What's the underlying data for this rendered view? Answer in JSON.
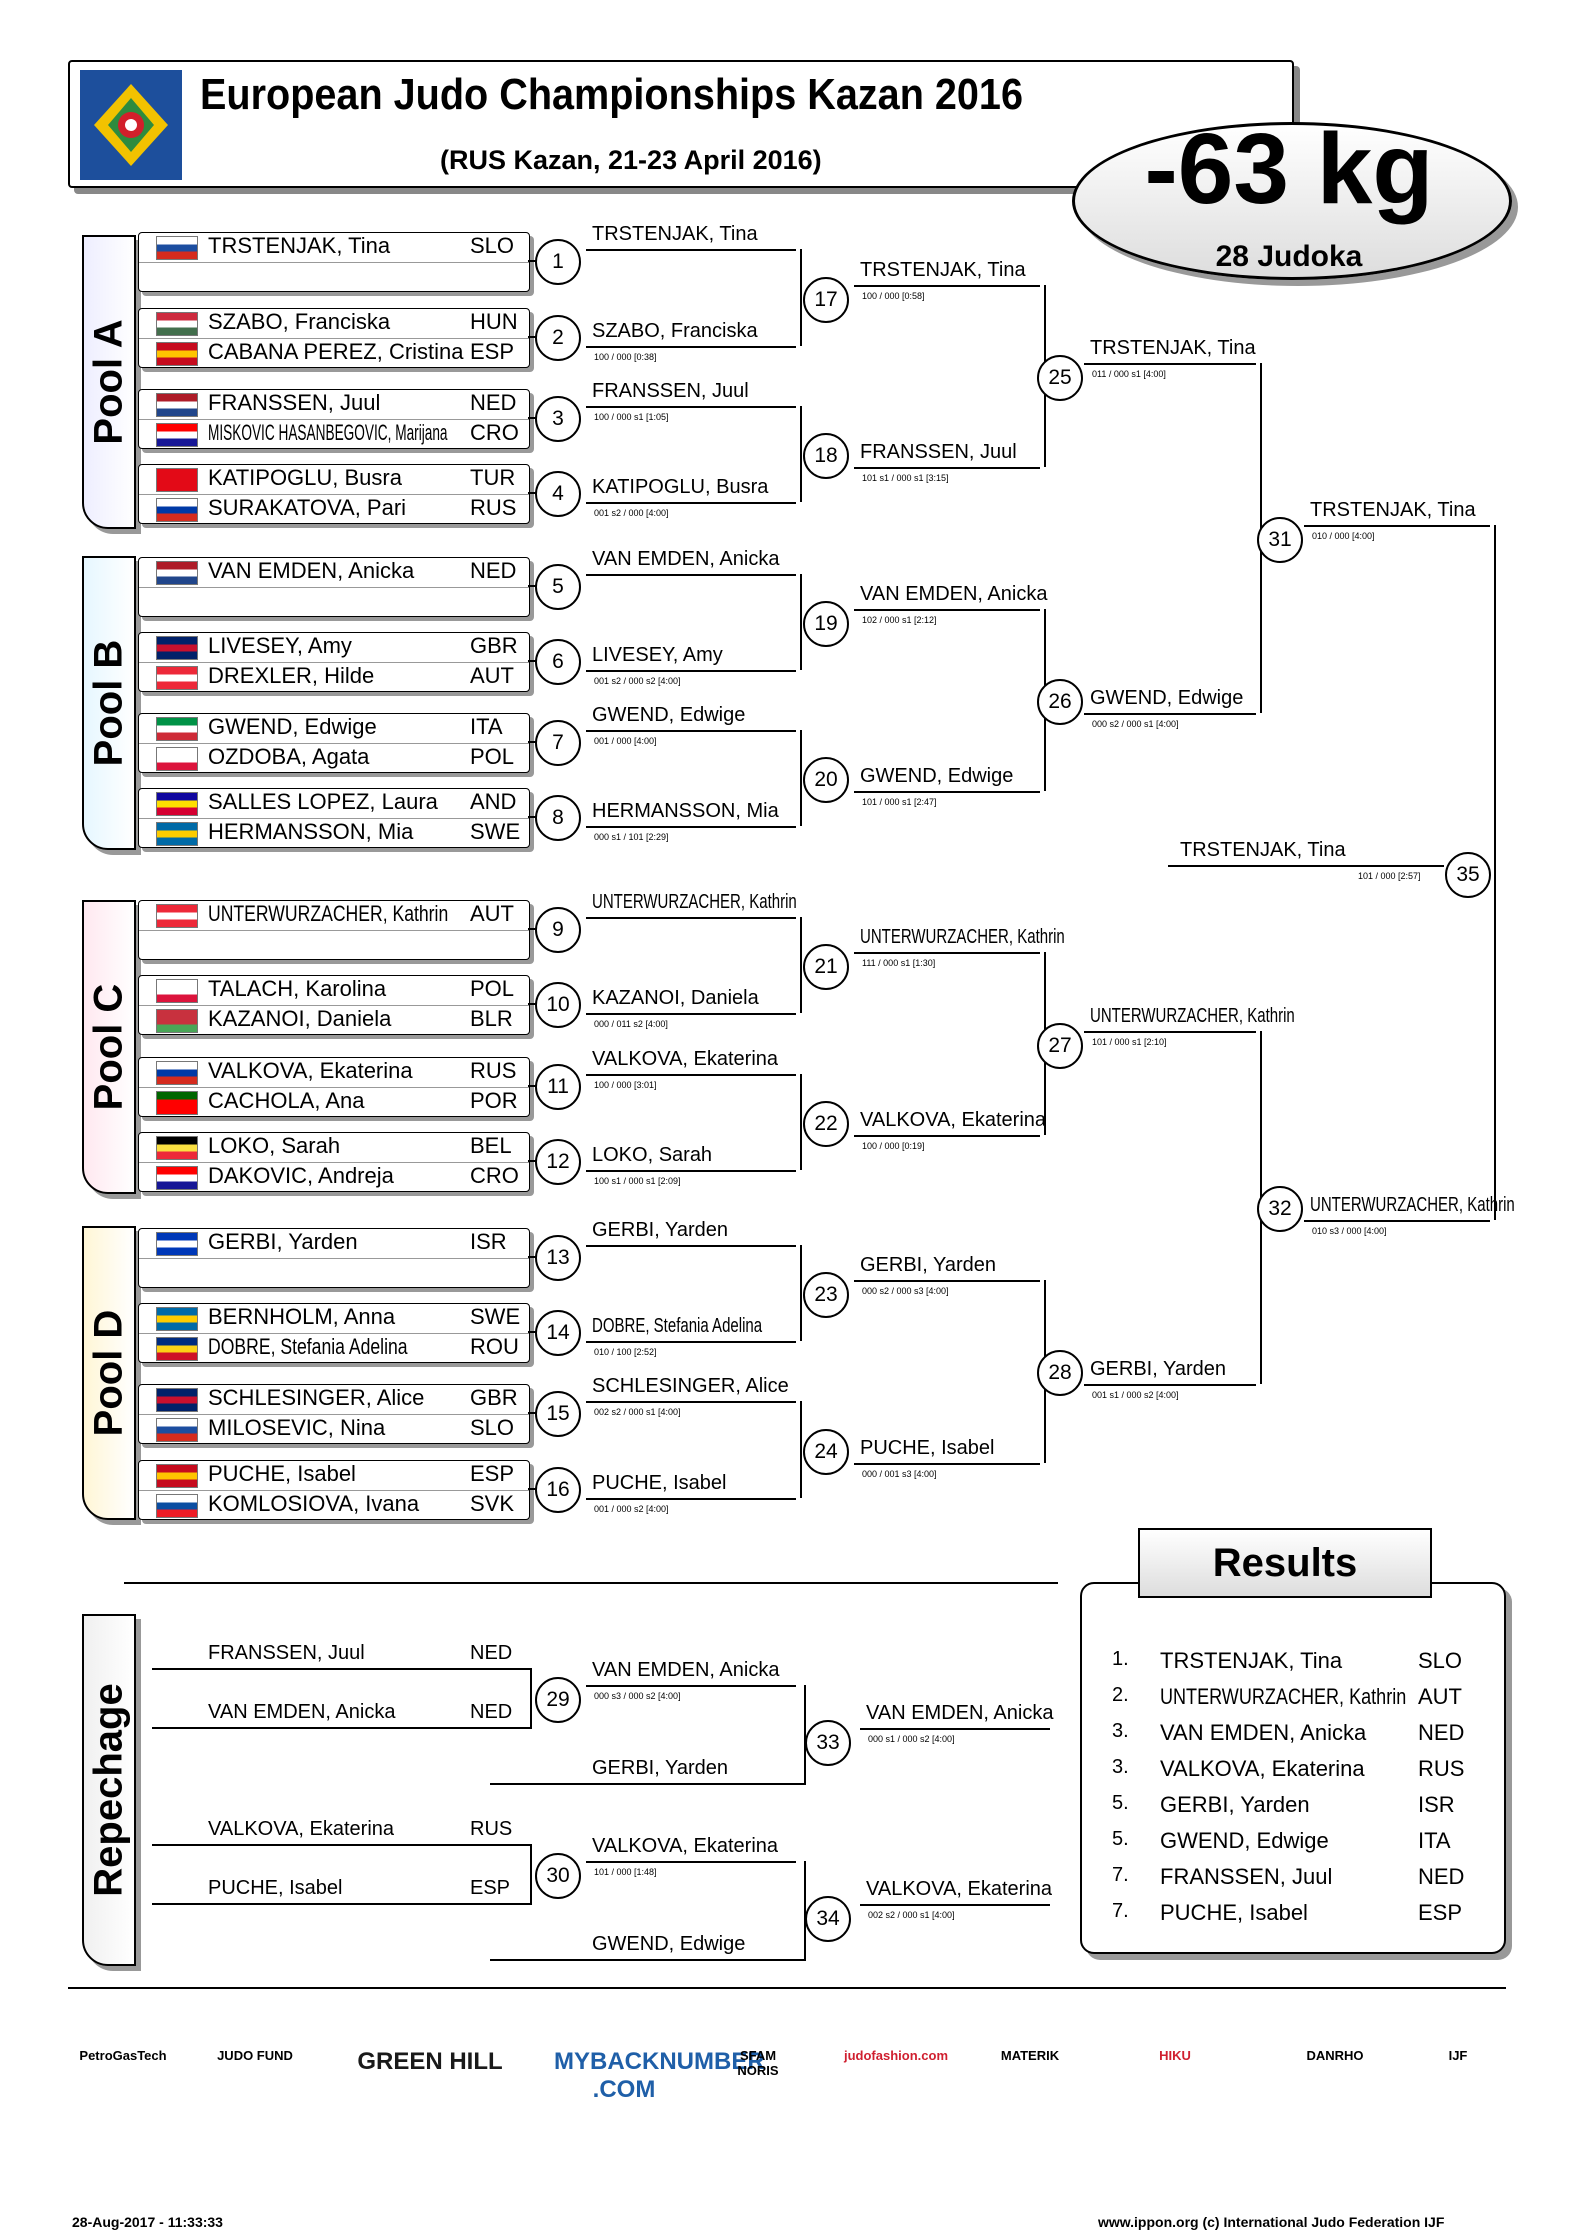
{
  "header": {
    "title": "European Judo Championships Kazan 2016",
    "subtitle": "(RUS Kazan, 21-23 April 2016)",
    "weight": "-63 kg",
    "count": "28 Judoka"
  },
  "pools": [
    "Pool A",
    "Pool B",
    "Pool C",
    "Pool D"
  ],
  "repechage_label": "Repechage",
  "entries": [
    {
      "name": "TRSTENJAK, Tina",
      "country": "SLO",
      "c1": "#ffffff",
      "c2": "#1c4ea0",
      "c3": "#d52b1e"
    },
    {
      "name": "SZABO, Franciska",
      "country": "HUN",
      "c1": "#cd2a3e",
      "c2": "#ffffff",
      "c3": "#436f4d"
    },
    {
      "name": "CABANA PEREZ, Cristina",
      "country": "ESP",
      "c1": "#c60b1e",
      "c2": "#ffc400",
      "c3": "#c60b1e"
    },
    {
      "name": "FRANSSEN, Juul",
      "country": "NED",
      "c1": "#ae1c28",
      "c2": "#ffffff",
      "c3": "#21468b"
    },
    {
      "name": "MISKOVIC HASANBEGOVIC, Marijana",
      "country": "CRO",
      "c1": "#ff0000",
      "c2": "#ffffff",
      "c3": "#171796"
    },
    {
      "name": "KATIPOGLU, Busra",
      "country": "TUR",
      "c1": "#e30a17",
      "c2": "#e30a17",
      "c3": "#e30a17"
    },
    {
      "name": "SURAKATOVA, Pari",
      "country": "RUS",
      "c1": "#ffffff",
      "c2": "#0039a6",
      "c3": "#d52b1e"
    },
    {
      "name": "VAN EMDEN, Anicka",
      "country": "NED",
      "c1": "#ae1c28",
      "c2": "#ffffff",
      "c3": "#21468b"
    },
    {
      "name": "LIVESEY, Amy",
      "country": "GBR",
      "c1": "#012169",
      "c2": "#c8102e",
      "c3": "#012169"
    },
    {
      "name": "DREXLER, Hilde",
      "country": "AUT",
      "c1": "#ed2939",
      "c2": "#ffffff",
      "c3": "#ed2939"
    },
    {
      "name": "GWEND, Edwige",
      "country": "ITA",
      "c1": "#009246",
      "c2": "#ffffff",
      "c3": "#ce2b37"
    },
    {
      "name": "OZDOBA, Agata",
      "country": "POL",
      "c1": "#ffffff",
      "c2": "#ffffff",
      "c3": "#dc143c"
    },
    {
      "name": "SALLES LOPEZ, Laura",
      "country": "AND",
      "c1": "#10069f",
      "c2": "#fedf00",
      "c3": "#d50032"
    },
    {
      "name": "HERMANSSON, Mia",
      "country": "SWE",
      "c1": "#006aa7",
      "c2": "#fecc00",
      "c3": "#006aa7"
    },
    {
      "name": "UNTERWURZACHER, Kathrin",
      "country": "AUT",
      "c1": "#ed2939",
      "c2": "#ffffff",
      "c3": "#ed2939"
    },
    {
      "name": "TALACH, Karolina",
      "country": "POL",
      "c1": "#ffffff",
      "c2": "#ffffff",
      "c3": "#dc143c"
    },
    {
      "name": "KAZANOI, Daniela",
      "country": "BLR",
      "c1": "#c8313e",
      "c2": "#c8313e",
      "c3": "#4aa657"
    },
    {
      "name": "VALKOVA, Ekaterina",
      "country": "RUS",
      "c1": "#ffffff",
      "c2": "#0039a6",
      "c3": "#d52b1e"
    },
    {
      "name": "CACHOLA, Ana",
      "country": "POR",
      "c1": "#006600",
      "c2": "#ff0000",
      "c3": "#ff0000"
    },
    {
      "name": "LOKO, Sarah",
      "country": "BEL",
      "c1": "#000000",
      "c2": "#fae042",
      "c3": "#ed2939"
    },
    {
      "name": "DAKOVIC, Andreja",
      "country": "CRO",
      "c1": "#ff0000",
      "c2": "#ffffff",
      "c3": "#171796"
    },
    {
      "name": "GERBI, Yarden",
      "country": "ISR",
      "c1": "#0038b8",
      "c2": "#ffffff",
      "c3": "#0038b8"
    },
    {
      "name": "BERNHOLM, Anna",
      "country": "SWE",
      "c1": "#006aa7",
      "c2": "#fecc00",
      "c3": "#006aa7"
    },
    {
      "name": "DOBRE, Stefania Adelina",
      "country": "ROU",
      "c1": "#002b7f",
      "c2": "#fcd116",
      "c3": "#ce1126"
    },
    {
      "name": "SCHLESINGER, Alice",
      "country": "GBR",
      "c1": "#012169",
      "c2": "#c8102e",
      "c3": "#012169"
    },
    {
      "name": "MILOSEVIC, Nina",
      "country": "SLO",
      "c1": "#ffffff",
      "c2": "#1c4ea0",
      "c3": "#d52b1e"
    },
    {
      "name": "PUCHE, Isabel",
      "country": "ESP",
      "c1": "#c60b1e",
      "c2": "#ffc400",
      "c3": "#c60b1e"
    },
    {
      "name": "KOMLOSIOVA, Ivana",
      "country": "SVK",
      "c1": "#ffffff",
      "c2": "#0b4ea2",
      "c3": "#ee1c25"
    }
  ],
  "matches": [
    {
      "n": "1",
      "w": "TRSTENJAK, Tina",
      "s": ""
    },
    {
      "n": "2",
      "w": "SZABO, Franciska",
      "s": "100 / 000 [0:38]"
    },
    {
      "n": "3",
      "w": "FRANSSEN, Juul",
      "s": "100 / 000 s1 [1:05]"
    },
    {
      "n": "4",
      "w": "KATIPOGLU, Busra",
      "s": "001 s2 / 000 [4:00]"
    },
    {
      "n": "5",
      "w": "VAN EMDEN, Anicka",
      "s": ""
    },
    {
      "n": "6",
      "w": "LIVESEY, Amy",
      "s": "001 s2 / 000 s2 [4:00]"
    },
    {
      "n": "7",
      "w": "GWEND, Edwige",
      "s": "001 / 000 [4:00]"
    },
    {
      "n": "8",
      "w": "HERMANSSON, Mia",
      "s": "000 s1 / 101 [2:29]"
    },
    {
      "n": "9",
      "w": "UNTERWURZACHER, Kathrin",
      "s": ""
    },
    {
      "n": "10",
      "w": "KAZANOI, Daniela",
      "s": "000 / 011 s2 [4:00]"
    },
    {
      "n": "11",
      "w": "VALKOVA, Ekaterina",
      "s": "100 / 000 [3:01]"
    },
    {
      "n": "12",
      "w": "LOKO, Sarah",
      "s": "100 s1 / 000 s1 [2:09]"
    },
    {
      "n": "13",
      "w": "GERBI, Yarden",
      "s": ""
    },
    {
      "n": "14",
      "w": "DOBRE, Stefania Adelina",
      "s": "010 / 100 [2:52]"
    },
    {
      "n": "15",
      "w": "SCHLESINGER, Alice",
      "s": "002 s2 / 000 s1 [4:00]"
    },
    {
      "n": "16",
      "w": "PUCHE, Isabel",
      "s": "001 / 000 s2 [4:00]"
    },
    {
      "n": "17",
      "w": "TRSTENJAK, Tina",
      "s": "100 / 000 [0:58]"
    },
    {
      "n": "18",
      "w": "FRANSSEN, Juul",
      "s": "101 s1 / 000 s1 [3:15]"
    },
    {
      "n": "19",
      "w": "VAN EMDEN, Anicka",
      "s": "102 / 000 s1 [2:12]"
    },
    {
      "n": "20",
      "w": "GWEND, Edwige",
      "s": "101 / 000 s1 [2:47]"
    },
    {
      "n": "21",
      "w": "UNTERWURZACHER, Kathrin",
      "s": "111 / 000 s1 [1:30]"
    },
    {
      "n": "22",
      "w": "VALKOVA, Ekaterina",
      "s": "100 / 000 [0:19]"
    },
    {
      "n": "23",
      "w": "GERBI, Yarden",
      "s": "000 s2 / 000 s3 [4:00]"
    },
    {
      "n": "24",
      "w": "PUCHE, Isabel",
      "s": "000 / 001 s3 [4:00]"
    },
    {
      "n": "25",
      "w": "TRSTENJAK, Tina",
      "s": "011 / 000 s1 [4:00]"
    },
    {
      "n": "26",
      "w": "GWEND, Edwige",
      "s": "000 s2 / 000 s1 [4:00]"
    },
    {
      "n": "27",
      "w": "UNTERWURZACHER, Kathrin",
      "s": "101 / 000 s1 [2:10]"
    },
    {
      "n": "28",
      "w": "GERBI, Yarden",
      "s": "001 s1 / 000 s2 [4:00]"
    },
    {
      "n": "31",
      "w": "TRSTENJAK, Tina",
      "s": "010 / 000 [4:00]"
    },
    {
      "n": "32",
      "w": "UNTERWURZACHER, Kathrin",
      "s": "010 s3 / 000 [4:00]"
    },
    {
      "n": "35",
      "w": "TRSTENJAK, Tina",
      "s": "101 / 000 [2:57]"
    }
  ],
  "repechage": [
    {
      "name": "FRANSSEN, Juul",
      "country": "NED"
    },
    {
      "name": "VAN EMDEN, Anicka",
      "country": "NED"
    },
    {
      "name": "GERBI, Yarden"
    },
    {
      "name": "VALKOVA, Ekaterina",
      "country": "RUS"
    },
    {
      "name": "PUCHE, Isabel",
      "country": "ESP"
    },
    {
      "name": "GWEND, Edwige"
    }
  ],
  "rep_matches": [
    {
      "n": "29",
      "w": "VAN EMDEN, Anicka",
      "s": "000 s3 / 000 s2 [4:00]"
    },
    {
      "n": "30",
      "w": "VALKOVA, Ekaterina",
      "s": "101 / 000 [1:48]"
    },
    {
      "n": "33",
      "w": "VAN EMDEN, Anicka",
      "s": "000 s1 / 000 s2 [4:00]"
    },
    {
      "n": "34",
      "w": "VALKOVA, Ekaterina",
      "s": "002 s2 / 000 s1 [4:00]"
    }
  ],
  "results": {
    "title": "Results",
    "rows": [
      {
        "rank": "1.",
        "name": "TRSTENJAK, Tina",
        "country": "SLO"
      },
      {
        "rank": "2.",
        "name": "UNTERWURZACHER, Kathrin",
        "country": "AUT"
      },
      {
        "rank": "3.",
        "name": "VAN EMDEN, Anicka",
        "country": "NED"
      },
      {
        "rank": "3.",
        "name": "VALKOVA, Ekaterina",
        "country": "RUS"
      },
      {
        "rank": "5.",
        "name": "GERBI, Yarden",
        "country": "ISR"
      },
      {
        "rank": "5.",
        "name": "GWEND, Edwige",
        "country": "ITA"
      },
      {
        "rank": "7.",
        "name": "FRANSSEN, Juul",
        "country": "NED"
      },
      {
        "rank": "7.",
        "name": "PUCHE, Isabel",
        "country": "ESP"
      }
    ]
  },
  "sponsors": [
    "PetroGasTech",
    "JUDO FUND",
    "GREEN HILL",
    "MYBACKNUMBER .COM",
    "SFAM NORIS",
    "judofashion.com",
    "MATERIK",
    "HIKU",
    "DANRHO",
    "IJF"
  ],
  "footer": {
    "date": "28-Aug-2017 - 11:33:33",
    "site": "www.ippon.org (c) International Judo Federation IJF"
  }
}
